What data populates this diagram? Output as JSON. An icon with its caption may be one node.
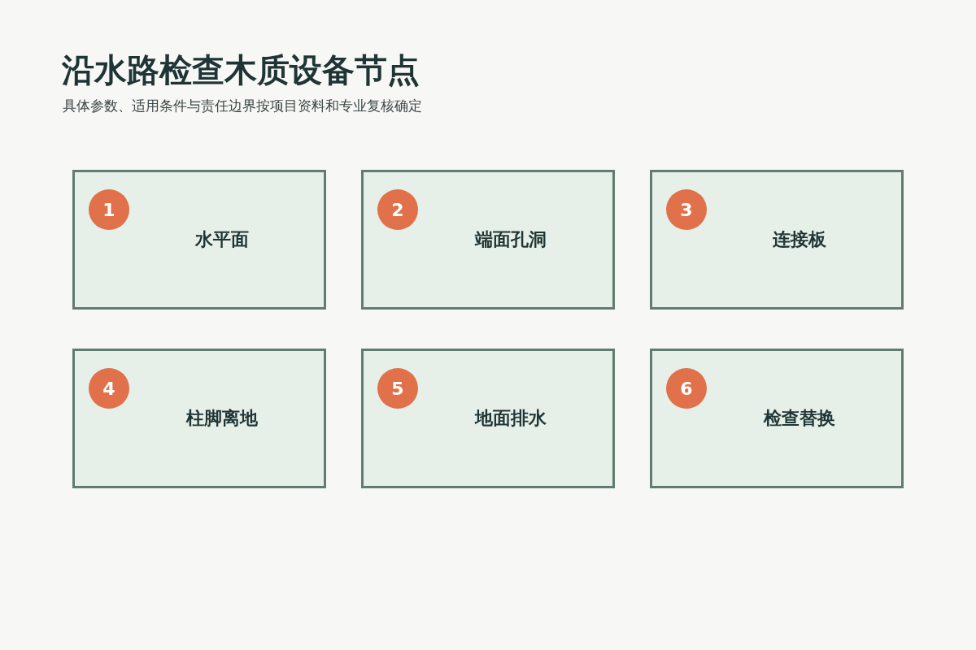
{
  "diagram": {
    "title": "沿水路检查木质设备节点",
    "nodes": [
      {
        "text": [
          "水平面"
        ]
      },
      {
        "text": [
          "1"
        ],
        "in": 0
      },
      {
        "text": [
          "端面孔洞"
        ]
      },
      {
        "text": [
          "2"
        ],
        "in": 2
      },
      {
        "text": [
          "连接板"
        ]
      },
      {
        "text": [
          "3"
        ],
        "in": 4
      },
      {
        "text": [
          "柱脚离地"
        ]
      },
      {
        "text": [
          "4"
        ],
        "in": 6
      },
      {
        "text": [
          "地面排水"
        ]
      },
      {
        "text": [
          "5"
        ],
        "in": 8
      },
      {
        "text": [
          "检查替换"
        ]
      },
      {
        "text": [
          "6"
        ],
        "in": 10
      }
    ],
    "labels": [
      "具体参数、适用条件与责任边界按项目资料和专业复核确定"
    ]
  }
}
